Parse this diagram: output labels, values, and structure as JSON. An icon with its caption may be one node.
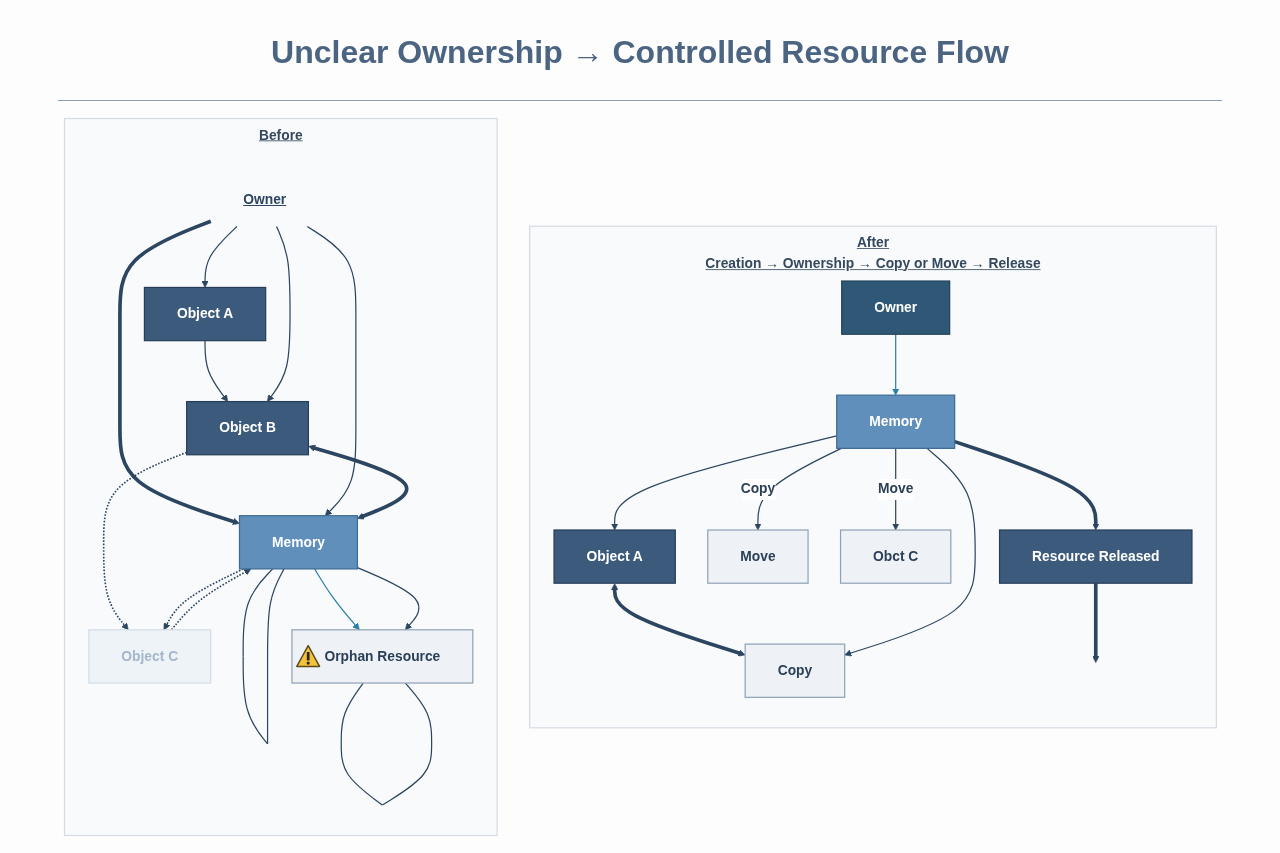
{
  "diagram": {
    "title": "Unclear Ownership → Controlled Resource Flow",
    "nodes": [
      {
        "text": [
          "Before"
        ]
      },
      {
        "text": [
          "Object A"
        ],
        "in": 0
      },
      {
        "text": [
          "Object B"
        ],
        "in": 0
      },
      {
        "text": [
          "Object C"
        ],
        "in": 0
      },
      {
        "text": [
          "Owner"
        ],
        "in": 0
      },
      {
        "text": [
          "Memory"
        ],
        "in": 0
      },
      {
        "text": [
          "Orphan Resource"
        ],
        "in": 0
      },
      {
        "text": [
          "After",
          "Creation → Ownership → Copy or Move → Release"
        ]
      },
      {
        "text": [
          "Object A"
        ],
        "in": 7
      },
      {
        "text": [
          "Owner"
        ],
        "in": 7
      },
      {
        "text": [
          "Copy"
        ],
        "in": 7
      },
      {
        "text": [
          "Memory"
        ],
        "in": 7
      },
      {
        "text": [
          "Move"
        ],
        "in": 7
      },
      {
        "text": [
          "Obct C"
        ],
        "in": 7
      },
      {
        "text": [
          "Resource Released"
        ],
        "in": 7
      }
    ],
    "edges": [
      {
        "from": 1,
        "to": 2,
        "arrow": "to"
      },
      {
        "from": 4,
        "to": 1,
        "arrow": "to"
      },
      {
        "from": 4,
        "to": 2,
        "arrow": "to"
      },
      {
        "from": 4,
        "to": 5,
        "arrow": "to",
        "style": "thick"
      },
      {
        "from": 4,
        "to": 5,
        "arrow": "to"
      },
      {
        "from": 2,
        "to": 5,
        "arrow": "both",
        "style": "thick"
      },
      {
        "from": 2,
        "to": 3,
        "arrow": "to",
        "style": "dashed"
      },
      {
        "from": 5,
        "to": 3,
        "arrow": "to",
        "style": "dashed"
      },
      {
        "from": 3,
        "to": 5,
        "arrow": "to",
        "style": "dashed"
      },
      {
        "from": 5,
        "to": 6,
        "arrow": "to",
        "color": "#2a7fa6"
      },
      {
        "from": 5,
        "to": 5,
        "arrow": "none"
      },
      {
        "from": 5,
        "to": 6,
        "arrow": "to"
      },
      {
        "from": 6,
        "to": 6,
        "arrow": "none"
      },
      {
        "from": 8,
        "to": 10,
        "arrow": "both",
        "style": "thick"
      },
      {
        "from": 11,
        "to": 8,
        "arrow": "to"
      },
      {
        "from": 11,
        "to": 10,
        "arrow": "to"
      },
      {
        "from": 9,
        "to": 11,
        "arrow": "to",
        "color": "#2a7fa6"
      },
      {
        "from": 11,
        "to": 12,
        "arrow": "to",
        "label": "Copy"
      },
      {
        "from": 11,
        "to": 13,
        "arrow": "to",
        "label": "Move"
      },
      {
        "from": 11,
        "to": 14,
        "arrow": "to",
        "style": "thick"
      },
      {
        "from": 14,
        "to": null,
        "arrow": "to",
        "style": "thick"
      }
    ]
  }
}
